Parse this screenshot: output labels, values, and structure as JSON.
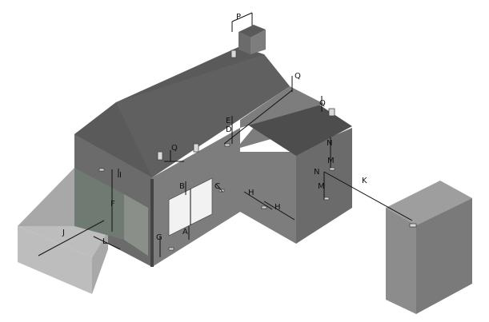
{
  "diagram": {
    "labels": {
      "p": "P",
      "q_chimney": "Q",
      "q_roof": "Q",
      "q_wall": "Q",
      "d": "D",
      "e": "E",
      "b": "B",
      "c": "C",
      "f": "F",
      "i": "I",
      "j": "J",
      "l": "L",
      "g": "G",
      "a": "A",
      "h1": "H",
      "h2": "H",
      "k": "K",
      "n1": "N",
      "m1": "M",
      "n2": "N",
      "m2": "M"
    },
    "colors": {
      "roof_main": "#5a5a5a",
      "roof_flat": "#4d4d4d",
      "wall_front": "#6b6b6b",
      "wall_side": "#7d7d7d",
      "wall_shadow": "#606060",
      "fence": "#bdbdbd",
      "fence_side": "#a8a8a8",
      "building_top": "#9e9e9e",
      "building_front": "#8c8c8c",
      "building_side": "#7a7a7a",
      "window": "#f2f2f2",
      "pipe": "#444444"
    },
    "icons": [
      "flue-terminal-icon",
      "window-icon",
      "downpipe-icon"
    ]
  }
}
